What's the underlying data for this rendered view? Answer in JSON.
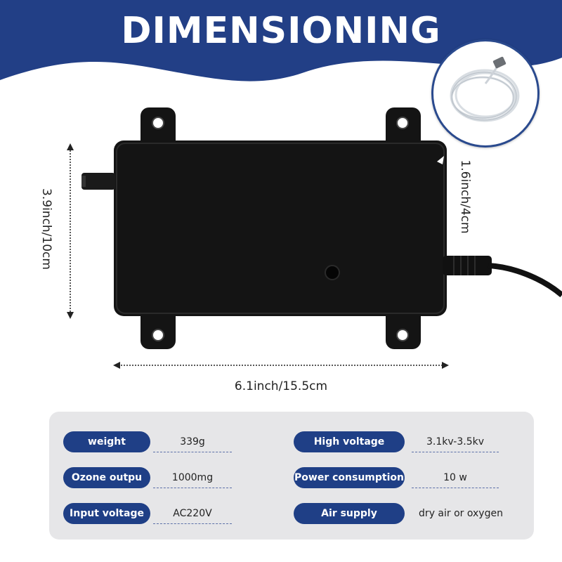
{
  "header": {
    "title": "DIMENSIONING",
    "brand_color": "#223f86"
  },
  "inset": {
    "image": "coiled clear silicone tube"
  },
  "dimensions": {
    "width_label": "6.1inch/15.5cm",
    "height_label": "3.9inch/10cm",
    "depth_label": "1.6inch/4cm"
  },
  "specs": {
    "left": [
      {
        "label": "weight",
        "value": "339g"
      },
      {
        "label": "Ozone outpu",
        "value": "1000mg"
      },
      {
        "label": "Input voltage",
        "value": "AC220V"
      }
    ],
    "right": [
      {
        "label": "High voltage",
        "value": "3.1kv-3.5kv"
      },
      {
        "label": "Power consumption",
        "value": "10 w"
      },
      {
        "label": "Air supply",
        "value": "dry air or oxygen"
      }
    ]
  },
  "colors": {
    "pill": "#1f3f86",
    "panel": "#e6e6e8",
    "device": "#141414"
  }
}
